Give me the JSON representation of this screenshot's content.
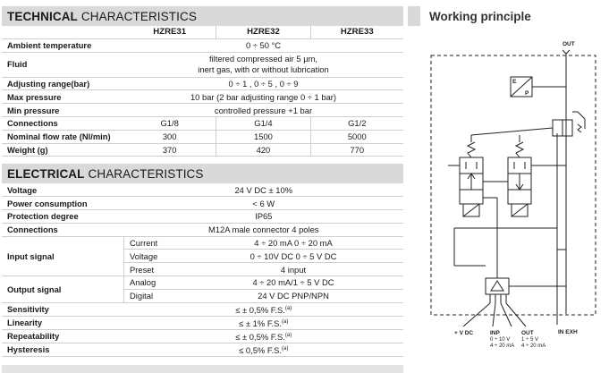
{
  "technical": {
    "title_bold": "TECHNICAL",
    "title_rest": "CHARACTERISTICS",
    "models": [
      "HZRE31",
      "HZRE32",
      "HZRE33"
    ],
    "rows": [
      {
        "label": "Ambient temperature",
        "value": "0 ÷ 50 °C"
      },
      {
        "label": "Fluid",
        "value_line1": "filtered compressed air 5 µm,",
        "value_line2": "inert gas, with or without lubrication"
      },
      {
        "label": "Adjusting range(bar)",
        "value": "0 ÷ 1 , 0 ÷ 5 , 0 ÷ 9"
      },
      {
        "label": "Max pressure",
        "value": "10 bar (2 bar adjusting range 0 ÷ 1 bar)"
      },
      {
        "label": "Min pressure",
        "value": "controlled pressure +1 bar"
      },
      {
        "label": "Connections",
        "values": [
          "G1/8",
          "G1/4",
          "G1/2"
        ]
      },
      {
        "label": "Nominal flow rate (Nl/min)",
        "values": [
          "300",
          "1500",
          "5000"
        ]
      },
      {
        "label": "Weight (g)",
        "values": [
          "370",
          "420",
          "770"
        ]
      }
    ]
  },
  "electrical": {
    "title_bold": "ELECTRICAL",
    "title_rest": "CHARACTERISTICS",
    "voltage": {
      "label": "Voltage",
      "value": "24 V DC ± 10%"
    },
    "power": {
      "label": "Power consumption",
      "value": "< 6 W"
    },
    "protection": {
      "label": "Protection degree",
      "value": "IP65"
    },
    "connections": {
      "label": "Connections",
      "value": "M12A male connector 4 poles"
    },
    "input": {
      "label": "Input signal",
      "rows": [
        {
          "sub": "Current",
          "value": "4 ÷ 20 mA    0 ÷ 20 mA"
        },
        {
          "sub": "Voltage",
          "value": "0 ÷ 10V DC    0 ÷ 5 V DC"
        },
        {
          "sub": "Preset",
          "value": "4 input"
        }
      ]
    },
    "output": {
      "label": "Output signal",
      "rows": [
        {
          "sub": "Analog",
          "value": "4 ÷ 20 mA/1 ÷ 5 V DC"
        },
        {
          "sub": "Digital",
          "value": "24 V DC PNP/NPN"
        }
      ]
    },
    "sensitivity": {
      "label": "Sensitivity",
      "value": "≤ ± 0,5% F.S.",
      "note": "(a)"
    },
    "linearity": {
      "label": "Linearity",
      "value": "≤ ± 1% F.S.",
      "note": "(a)"
    },
    "repeatability": {
      "label": "Repeatability",
      "value": "≤ ± 0,5% F.S.",
      "note": "(a)"
    },
    "hysteresis": {
      "label": "Hysteresis",
      "value": "≤ 0,5% F.S.",
      "note": "(a)"
    }
  },
  "working": {
    "title": "Working principle",
    "labels": {
      "out_top": "OUT",
      "e": "E",
      "p": "P",
      "in_exh": "IN EXH",
      "vdc": "+ V DC",
      "inp": "INP",
      "out": "OUT",
      "inp_v": "0 ÷ 10 V",
      "inp_ma": "4 ÷ 20 mA",
      "out_v": "1 ÷ 5 V",
      "out_ma": "4 ÷ 20 mA"
    }
  }
}
